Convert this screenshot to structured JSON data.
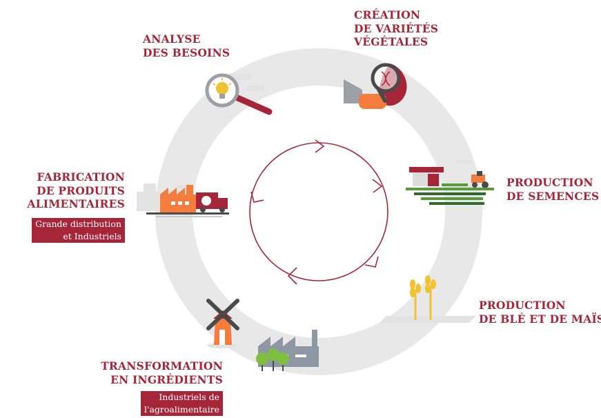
{
  "colors": {
    "accent": "#a62639",
    "ring": "#e8e8e8",
    "orange": "#f47c3c",
    "yellow": "#f2c230",
    "green": "#5a9a3a",
    "grey": "#9aa0a6"
  },
  "stages": {
    "analyse": {
      "lines": [
        "ANALYSE",
        "DES BESOINS"
      ],
      "icon": "lightbulb-magnifier-icon"
    },
    "creation": {
      "lines": [
        "CRÉATION",
        "DE VARIÉTÉS",
        "VÉGÉTALES"
      ],
      "icon": "dna-magnifier-icon"
    },
    "production_semences": {
      "lines": [
        "PRODUCTION",
        "DE SEMENCES"
      ],
      "icon": "farm-tractor-icon"
    },
    "production_ble": {
      "lines": [
        "PRODUCTION",
        "DE BLÉ ET DE MAÏS"
      ],
      "icon": "wheat-icon"
    },
    "transformation": {
      "lines": [
        "TRANSFORMATION",
        "EN INGRÉDIENTS"
      ],
      "tag": [
        "Industriels de",
        "l'agroalimentaire"
      ],
      "icon": "windmill-factory-icon"
    },
    "fabrication": {
      "lines": [
        "FABRICATION",
        "DE PRODUITS",
        "ALIMENTAIRES"
      ],
      "tag": [
        "Grande distribution",
        "et Industriels"
      ],
      "icon": "factory-truck-icon"
    }
  }
}
